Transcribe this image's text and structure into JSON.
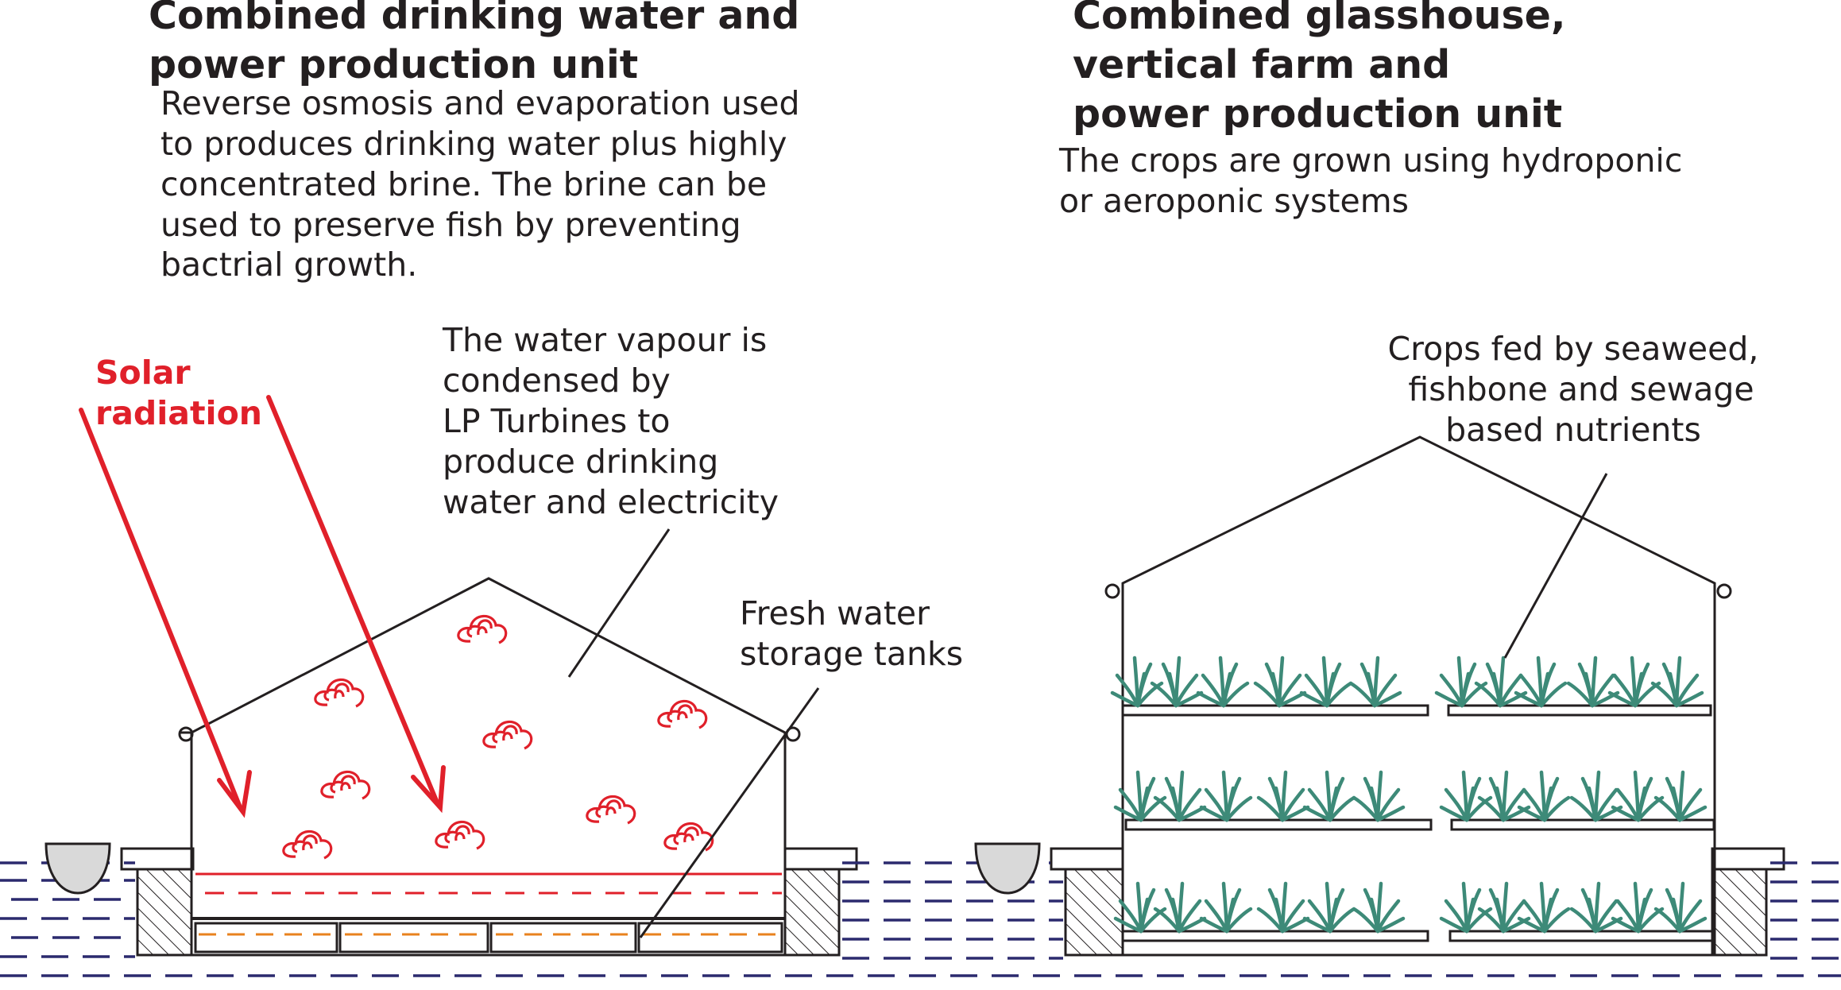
{
  "left_panel": {
    "title": [
      "Combined drinking water and",
      "power production unit"
    ],
    "description": [
      "Reverse osmosis and evaporation used",
      "to produces drinking water plus highly",
      "concentrated brine. The brine can be",
      "used to preserve fish by preventing",
      "bactrial growth."
    ],
    "solar_label": [
      "Solar",
      "radiation"
    ],
    "vapour_label": [
      "The water vapour is",
      "condensed by",
      "LP Turbines to",
      "produce drinking",
      "water and electricity"
    ],
    "tanks_label": [
      "Fresh water",
      "storage tanks"
    ]
  },
  "right_panel": {
    "title": [
      "Combined glasshouse,",
      "vertical farm and",
      "power production unit"
    ],
    "description": [
      "The crops are grown using hydroponic",
      "or aeroponic systems"
    ],
    "crops_label": [
      "Crops fed by seaweed,",
      "fishbone and sewage",
      "based nutrients"
    ]
  },
  "colors": {
    "ink": "#231f20",
    "solar_red": "#e0202a",
    "water_navy": "#2b2a6e",
    "tank_orange": "#e8821e",
    "plant_green": "#3d8a78"
  }
}
